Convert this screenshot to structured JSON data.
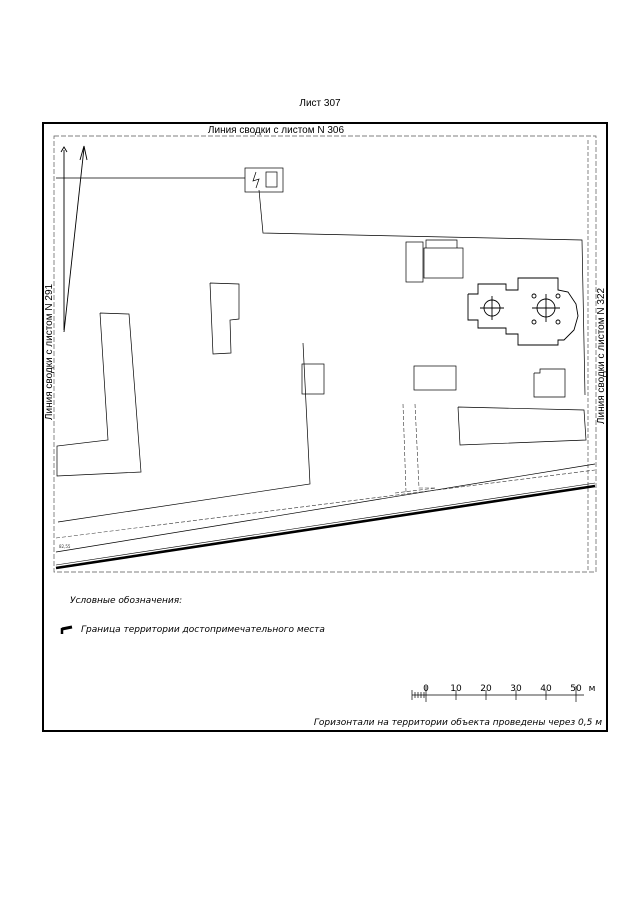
{
  "sheet": {
    "title": "Лист 307"
  },
  "map": {
    "joins": {
      "top": "Линия сводки с листом N 306",
      "left": "Линия сводки с листом N 291",
      "right": "Линия сводки с листом N 322"
    },
    "elevation_mark": "82,55"
  },
  "legend": {
    "title": "Условные обозначения:",
    "items": [
      {
        "label": "Граница территории достопримечательного места"
      }
    ]
  },
  "scale": {
    "ticks": [
      "0",
      "10",
      "20",
      "30",
      "40",
      "50"
    ],
    "unit": "м"
  },
  "note": "Горизонтали на территории объекта проведены через 0,5 м"
}
